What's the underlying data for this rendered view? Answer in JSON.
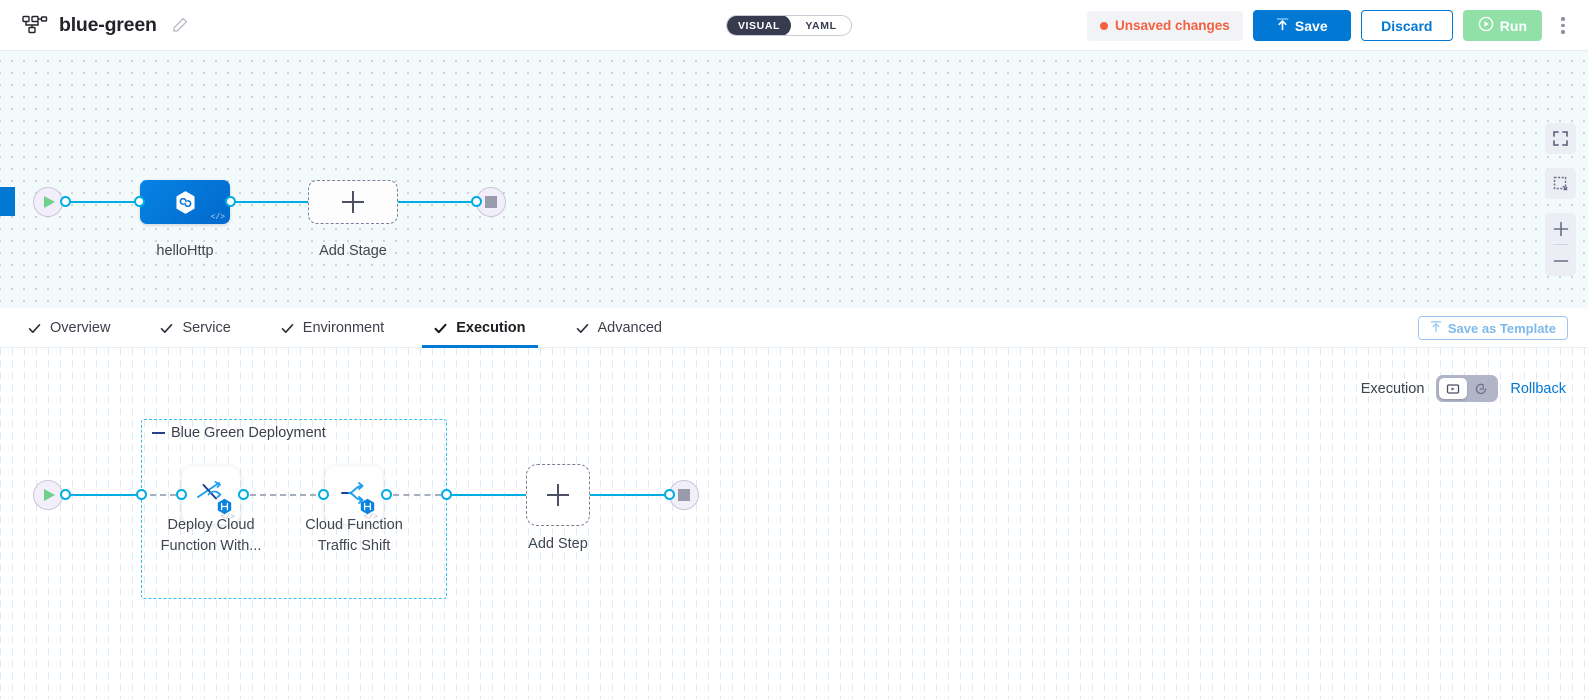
{
  "header": {
    "pipeline_icon": "pipeline-nodes-icon",
    "title": "blue-green",
    "edit_icon": "pencil-edit-icon",
    "mode_toggle": {
      "visual": "VISUAL",
      "yaml": "YAML",
      "selected": "VISUAL"
    },
    "unsaved": {
      "label": "Unsaved changes",
      "color": "#f4603e"
    },
    "save_label": "Save",
    "discard_label": "Discard",
    "run_label": "Run",
    "more_icon": "kebab-menu-icon"
  },
  "top_canvas": {
    "start_icon": "play-start-icon",
    "end_icon": "stop-end-icon",
    "stage": {
      "label": "helloHttp",
      "icon": "chained-hex-icon",
      "code_tag": "</>"
    },
    "add_stage": {
      "label": "Add Stage",
      "icon": "plus-icon"
    },
    "tools": {
      "fullscreen": "fullscreen-fit-icon",
      "select_box": "selection-box-icon",
      "zoom_in": "zoom-in-icon",
      "zoom_out": "zoom-out-icon"
    }
  },
  "tabs": [
    {
      "label": "Overview",
      "checked": true,
      "active": false
    },
    {
      "label": "Service",
      "checked": true,
      "active": false
    },
    {
      "label": "Environment",
      "checked": true,
      "active": false
    },
    {
      "label": "Execution",
      "checked": true,
      "active": true
    },
    {
      "label": "Advanced",
      "checked": true,
      "active": false
    }
  ],
  "save_as_template": {
    "label": "Save as Template",
    "icon": "template-upload-icon"
  },
  "bottom_canvas": {
    "execution_label": "Execution",
    "switch": {
      "left_icon": "execution-run-icon",
      "right_icon": "rollback-icon",
      "selected": "execution"
    },
    "rollback_label": "Rollback",
    "group": {
      "title": "Blue Green Deployment"
    },
    "start_icon": "play-start-icon",
    "end_icon": "stop-end-icon",
    "steps": [
      {
        "label_line1": "Deploy Cloud",
        "label_line2": "Function With...",
        "icon": "deploy-function-icon",
        "badge": "harness-hex-badge",
        "code_tag": "</>"
      },
      {
        "label_line1": "Cloud Function",
        "label_line2": "Traffic Shift",
        "icon": "traffic-split-icon",
        "badge": "harness-hex-badge",
        "code_tag": "</>"
      }
    ],
    "add_step": {
      "label": "Add Step",
      "icon": "plus-icon"
    }
  },
  "colors": {
    "accent_blue": "#0278d5",
    "wire_cyan": "#00ade4",
    "group_dash": "#36bdf2",
    "run_green": "#91e0a8",
    "unsaved_orange": "#f4603e"
  }
}
